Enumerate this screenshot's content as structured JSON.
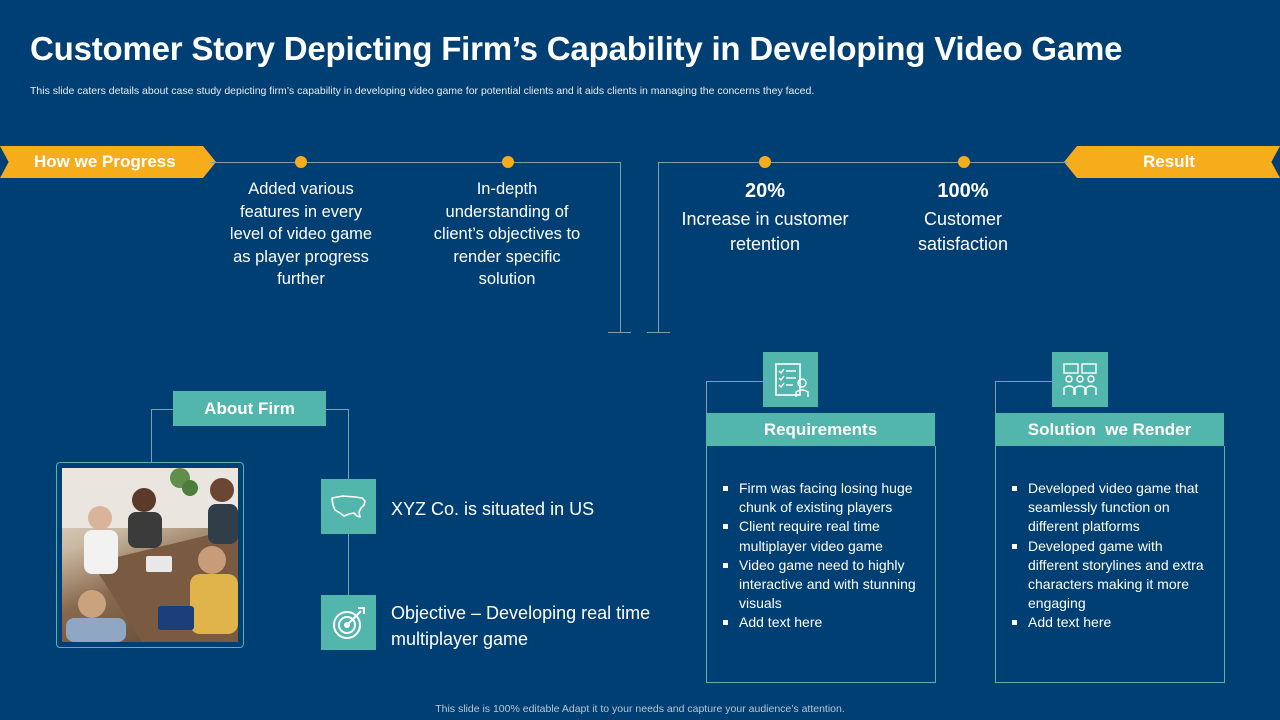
{
  "title": "Customer Story Depicting Firm’s Capability in Developing Video Game",
  "subtitle": "This slide caters details about case study depicting firm’s capability in developing video game for potential clients and it aids clients in managing the concerns they faced.",
  "progress": {
    "label": "How we Progress",
    "items": [
      "Added various features in every level of video game as player progress further",
      "In-depth understanding of client’s objectives to render specific solution"
    ]
  },
  "result": {
    "label": "Result",
    "items": [
      {
        "value": "20%",
        "text": "Increase in customer retention"
      },
      {
        "value": "100%",
        "text": "Customer satisfaction"
      }
    ]
  },
  "about": {
    "label": "About Firm",
    "location": "XYZ Co. is situated in US",
    "objective": "Objective – Developing real time multiplayer game"
  },
  "requirements": {
    "label": "Requirements",
    "items": [
      "Firm was facing losing huge chunk of existing players",
      "Client require real time multiplayer video game",
      "Video game need to highly interactive and with stunning visuals",
      "Add text here"
    ]
  },
  "solution": {
    "label": "Solution  we Render",
    "items": [
      "Developed video game that seamlessly function on different platforms",
      "Developed game with different storylines and extra characters making it more engaging",
      "Add text here"
    ]
  },
  "footer": "This slide is 100% editable Adapt it to your needs and capture your audience’s attention.",
  "colors": {
    "background": "#003f73",
    "accent": "#f7ac1c",
    "teal": "#52b6ac"
  },
  "icons": [
    "usa-map-icon",
    "target-icon",
    "checklist-icon",
    "meeting-icon"
  ]
}
